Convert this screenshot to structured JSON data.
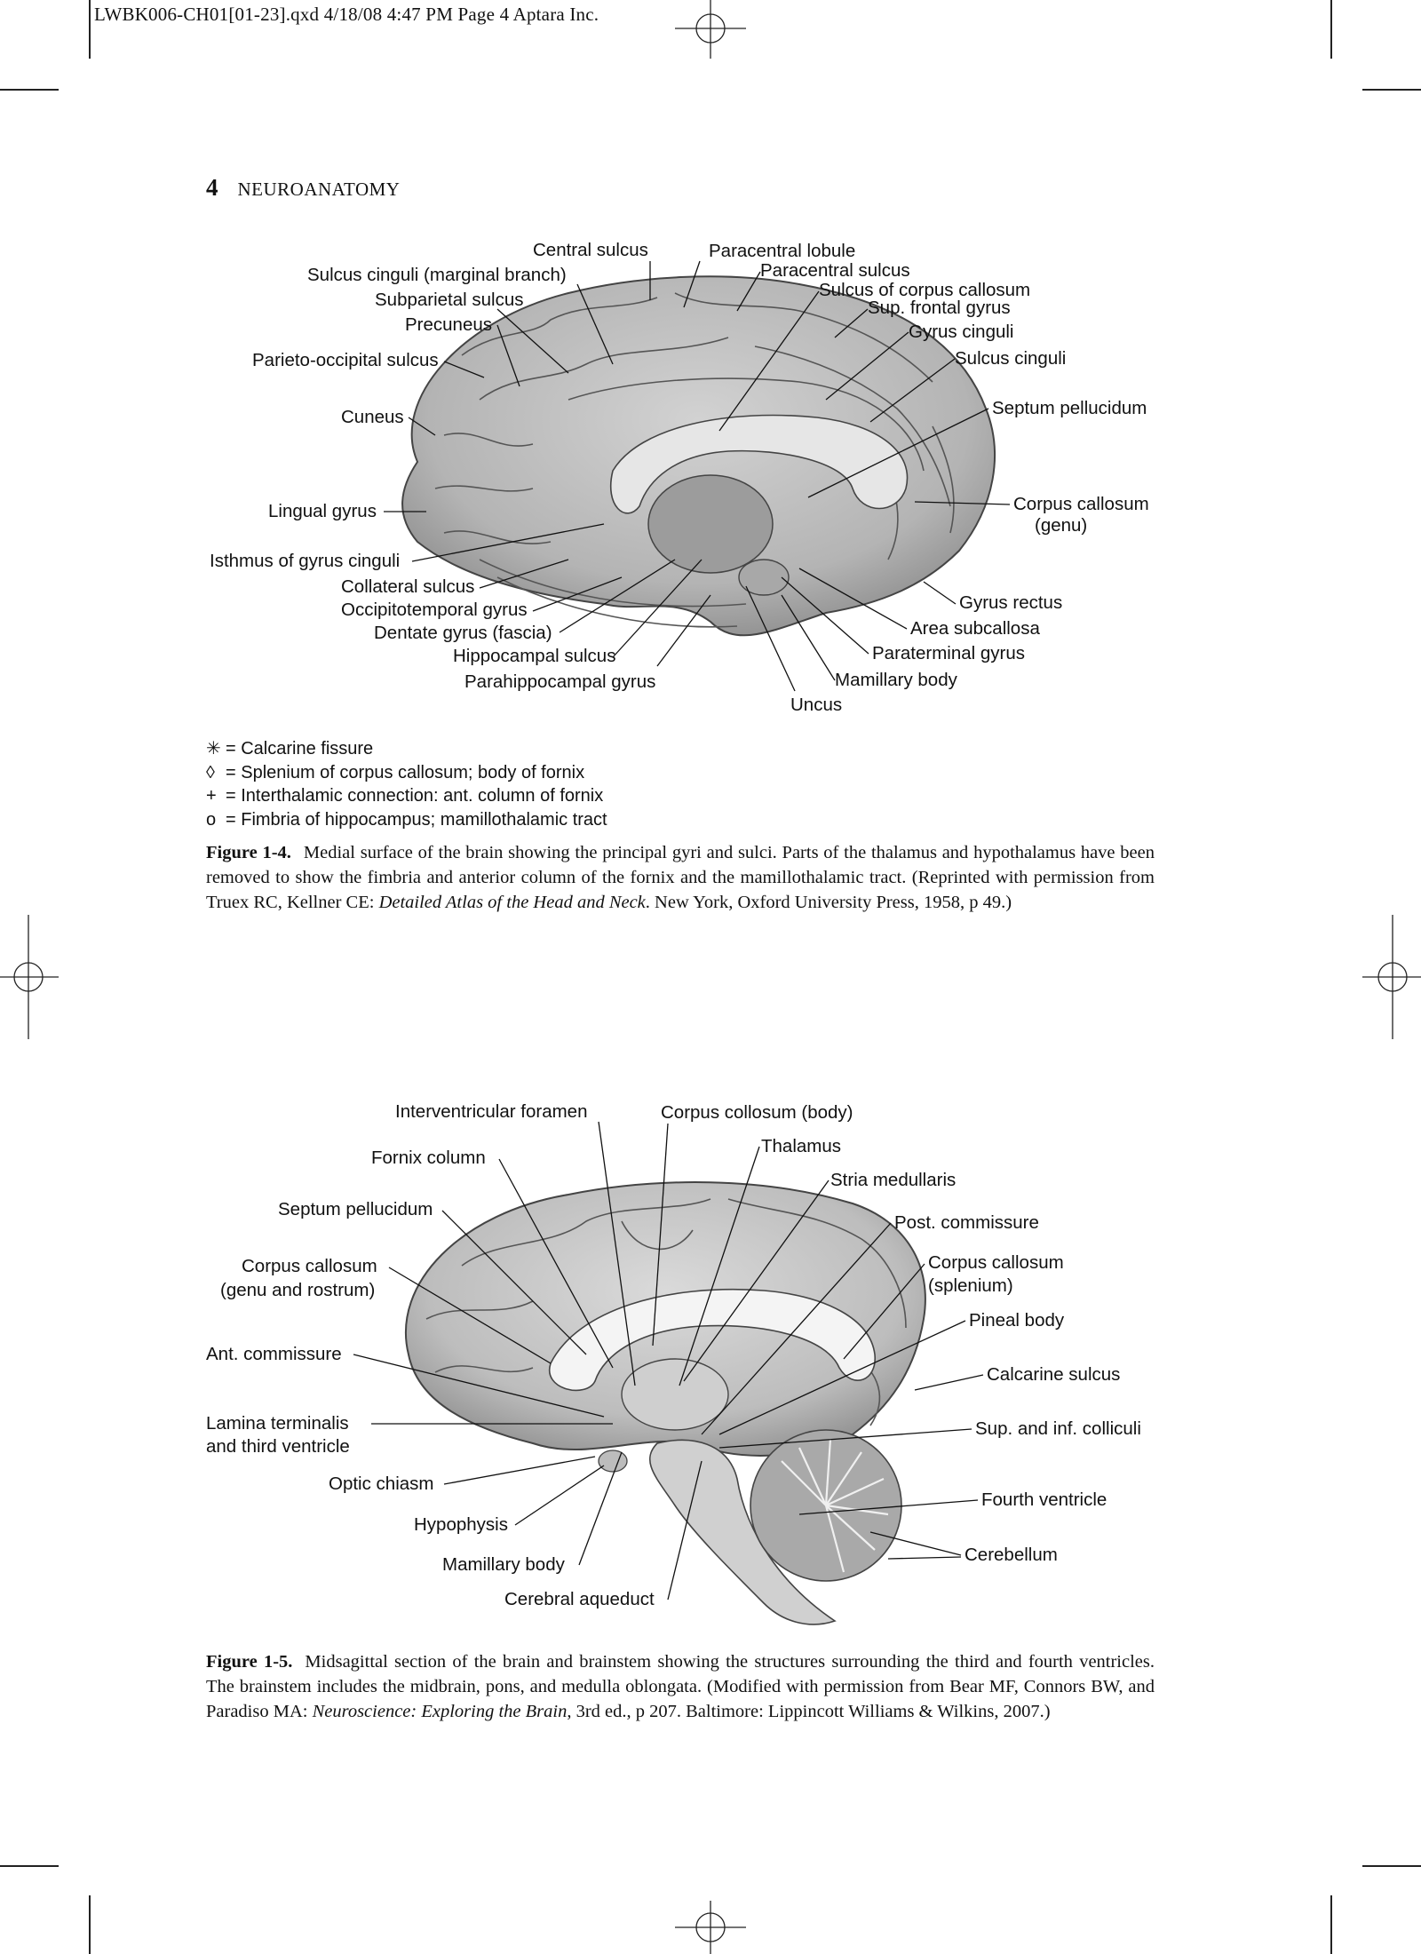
{
  "slug": "LWBK006-CH01[01-23].qxd  4/18/08  4:47 PM  Page 4 Aptara Inc.",
  "running_head": {
    "page_number": "4",
    "section": "NEUROANATOMY"
  },
  "figure_1_4": {
    "labels": {
      "central_sulcus": "Central sulcus",
      "paracentral_lobule": "Paracentral lobule",
      "sulcus_cinguli_marginal": "Sulcus cinguli (marginal branch)",
      "paracentral_sulcus": "Paracentral sulcus",
      "sulcus_corpus_callosum": "Sulcus of corpus callosum",
      "subparietal_sulcus": "Subparietal sulcus",
      "sup_frontal_gyrus": "Sup. frontal gyrus",
      "precuneus": "Precuneus",
      "gyrus_cinguli": "Gyrus cinguli",
      "parieto_occipital_sulcus": "Parieto-occipital sulcus",
      "sulcus_cinguli": "Sulcus cinguli",
      "cuneus": "Cuneus",
      "septum_pellucidum": "Septum pellucidum",
      "lingual_gyrus": "Lingual gyrus",
      "corpus_callosum": "Corpus callosum",
      "genu": "(genu)",
      "isthmus_gyrus_cinguli": "Isthmus of gyrus cinguli",
      "collateral_sulcus": "Collateral sulcus",
      "gyrus_rectus": "Gyrus rectus",
      "occipitotemporal_gyrus": "Occipitotemporal gyrus",
      "area_subcallosa": "Area subcallosa",
      "dentate_gyrus": "Dentate gyrus (fascia)",
      "paraterminal_gyrus": "Paraterminal gyrus",
      "hippocampal_sulcus": "Hippocampal sulcus",
      "mamillary_body": "Mamillary body",
      "parahippocampal_gyrus": "Parahippocampal gyrus",
      "uncus": "Uncus"
    },
    "legend": [
      {
        "symbol": "✳",
        "text": "= Calcarine fissure"
      },
      {
        "symbol": "◊",
        "text": "= Splenium of corpus callosum; body of fornix"
      },
      {
        "symbol": "+",
        "text": "= Interthalamic connection: ant. column of fornix"
      },
      {
        "symbol": "o",
        "text": "= Fimbria of hippocampus; mamillothalamic tract"
      }
    ],
    "caption_label": "Figure 1-4.",
    "caption_text_1": "Medial surface of the brain showing the principal gyri and sulci. Parts of the thalamus and hypothalamus have been removed to show the fimbria and anterior column of the fornix and the mamillothalamic tract. (Reprinted with permission from Truex RC, Kellner CE: ",
    "caption_italic": "Detailed Atlas of the Head and Neck",
    "caption_text_2": ". New York, Oxford University Press, 1958, p 49.)"
  },
  "figure_1_5": {
    "labels": {
      "interventricular_foramen": "Interventricular foramen",
      "corpus_collosum_body": "Corpus collosum (body)",
      "thalamus": "Thalamus",
      "fornix_column": "Fornix column",
      "stria_medullaris": "Stria medullaris",
      "septum_pellucidum": "Septum pellucidum",
      "post_commissure": "Post. commissure",
      "corpus_callosum_genu_1": "Corpus callosum",
      "corpus_callosum_genu_2": "(genu and rostrum)",
      "corpus_callosum_splenium_1": "Corpus callosum",
      "corpus_callosum_splenium_2": "(splenium)",
      "pineal_body": "Pineal body",
      "ant_commissure": "Ant. commissure",
      "calcarine_sulcus": "Calcarine sulcus",
      "lamina_terminalis_1": "Lamina terminalis",
      "lamina_terminalis_2": "and third ventricle",
      "colliculi": "Sup. and inf. colliculi",
      "optic_chiasm": "Optic chiasm",
      "fourth_ventricle": "Fourth ventricle",
      "hypophysis": "Hypophysis",
      "cerebellum": "Cerebellum",
      "mamillary_body": "Mamillary body",
      "cerebral_aqueduct": "Cerebral aqueduct"
    },
    "caption_label": "Figure 1-5.",
    "caption_text_1": "Midsagittal section of the brain and brainstem showing the structures surrounding the third and fourth ventricles. The brainstem includes the midbrain, pons, and medulla oblongata. (Modified with permission from Bear MF, Connors BW, and Paradiso MA: ",
    "caption_italic": "Neuroscience: Exploring the Brain",
    "caption_text_2": ", 3rd ed., p 207. Baltimore: Lippincott Williams & Wilkins, 2007.)"
  }
}
